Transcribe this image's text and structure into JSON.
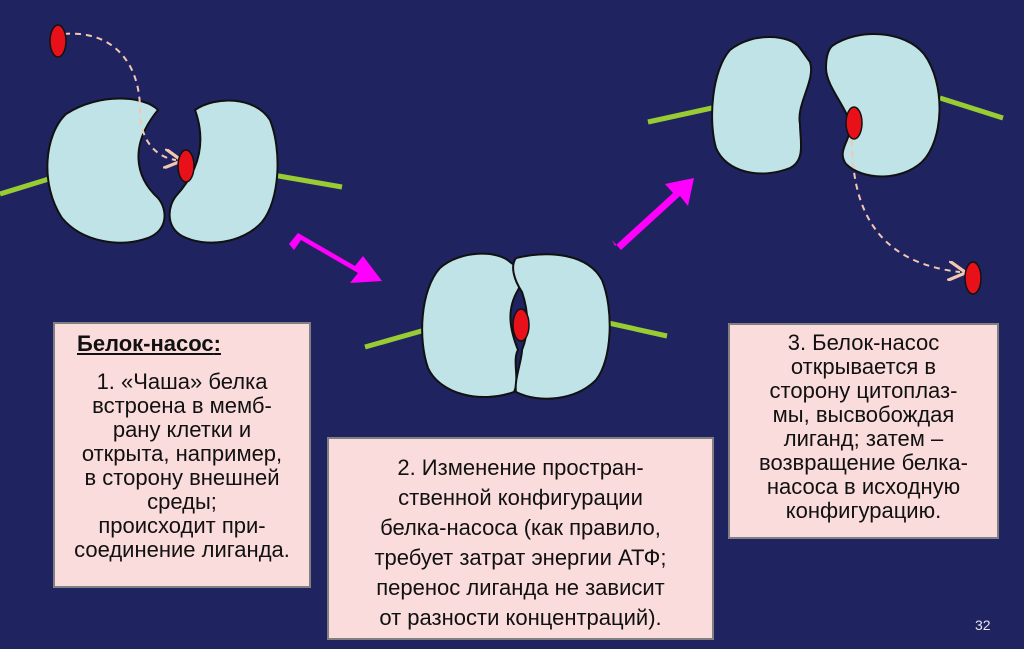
{
  "colors": {
    "background": "#1f2461",
    "protein": "#bfe3e6",
    "ligand": "#e8111a",
    "membrane": "#99cc33",
    "arrow": "#ff00ff",
    "text_box": "#fbdcdc"
  },
  "step1": {
    "heading": "Белок-насос",
    "heading_colon": ":",
    "lines": [
      "1. «Чаша» белка",
      "встроена в мемб-",
      "рану клетки и",
      "открыта, например,",
      "в сторону внешней",
      "среды;",
      "происходит при-",
      "соединение лиганда."
    ]
  },
  "step2": {
    "lines": [
      "2. Изменение простран-",
      "ственной конфигурации",
      "белка-насоса (как правило,",
      "требует затрат энергии АТФ;",
      "перенос лиганда не зависит",
      "от разности концентраций)."
    ]
  },
  "step3": {
    "lines": [
      "3. Белок-насос",
      "открывается в",
      "сторону цитоплаз-",
      "мы, высвобождая",
      "лиганд; затем –",
      "возвращение белка-",
      "насоса в исходную",
      "конфигурацию."
    ]
  },
  "page_number": "32"
}
